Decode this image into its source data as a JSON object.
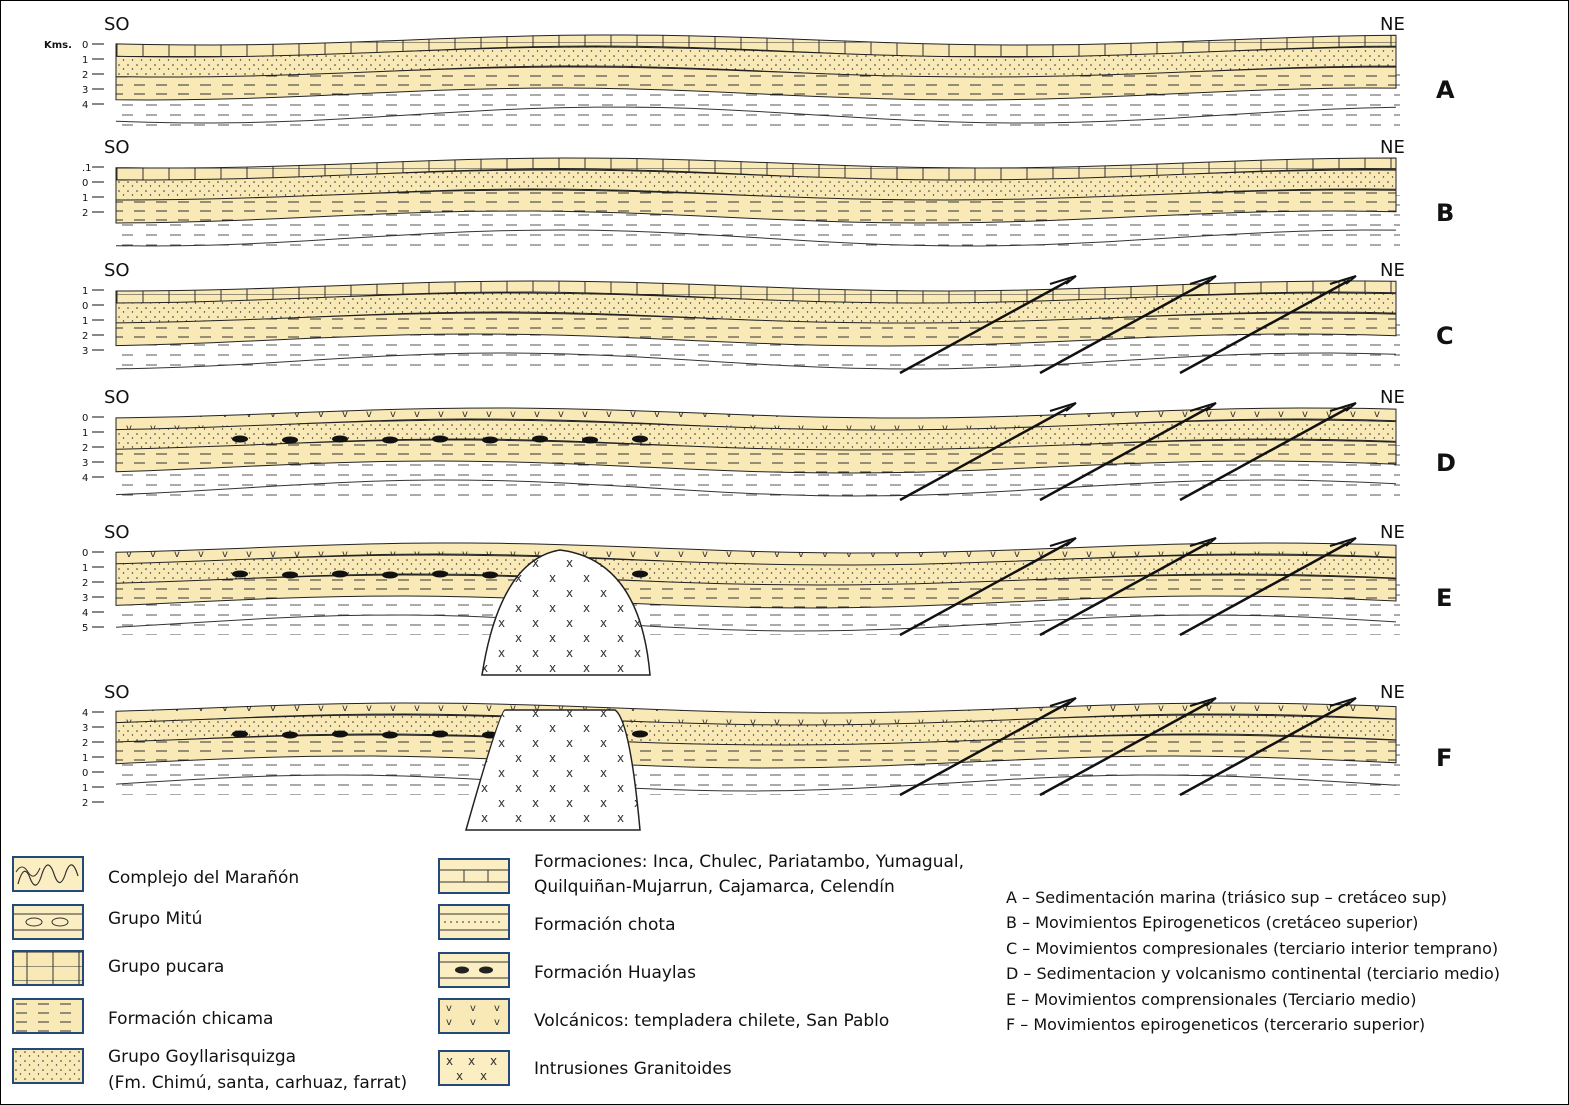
{
  "diagram": {
    "depth_axis_title": "Kms.",
    "sections": [
      {
        "letter": "A",
        "left": "SO",
        "right": "NE",
        "ticks": [
          "0",
          "1",
          "2",
          "3",
          "4"
        ]
      },
      {
        "letter": "B",
        "left": "SO",
        "right": "NE",
        "ticks": [
          ".1",
          "0",
          "1",
          "2"
        ]
      },
      {
        "letter": "C",
        "left": "SO",
        "right": "NE",
        "ticks": [
          "1",
          "0",
          "1",
          "2",
          "3"
        ]
      },
      {
        "letter": "D",
        "left": "SO",
        "right": "NE",
        "ticks": [
          "0",
          "1",
          "2",
          "3",
          "4"
        ]
      },
      {
        "letter": "E",
        "left": "SO",
        "right": "NE",
        "ticks": [
          "0",
          "1",
          "2",
          "3",
          "4",
          "5"
        ]
      },
      {
        "letter": "F",
        "left": "SO",
        "right": "NE",
        "ticks": [
          "4",
          "3",
          "2",
          "1",
          "0",
          "1",
          "2"
        ]
      }
    ]
  },
  "legend": {
    "col1": [
      {
        "label": "Complejo del  Marañón",
        "icon": "folded-rock-pattern"
      },
      {
        "label": "Grupo Mitú",
        "icon": "conglomerate-pattern"
      },
      {
        "label": "Grupo pucara",
        "icon": "limestone-blocks-pattern"
      },
      {
        "label": "Formación chicama",
        "icon": "shale-dash-pattern"
      },
      {
        "label": "Grupo Goyllarisquizga",
        "label2": "(Fm. Chimú, santa, carhuaz, farrat)",
        "icon": "sandstone-dots-pattern"
      }
    ],
    "col2": [
      {
        "label": "Formaciones: Inca, Chulec, Pariatambo, Yumagual,",
        "label2": "Quilquiñan-Mujarrun, Cajamarca, Celendín",
        "icon": "bedded-limestone-pattern"
      },
      {
        "label": "Formación chota",
        "icon": "dotted-layer-pattern"
      },
      {
        "label": "Formación Huaylas",
        "icon": "lens-pattern"
      },
      {
        "label": "Volcánicos: templadera chilete, San Pablo",
        "icon": "volcanic-v-pattern"
      },
      {
        "label": "Intrusiones Granitoides",
        "icon": "granite-x-pattern"
      }
    ],
    "stages": [
      "A – Sedimentación marina (triásico sup – cretáceo sup)",
      "B – Movimientos Epirogeneticos (cretáceo superior)",
      "C – Movimientos compresionales (terciario interior temprano)",
      "D – Sedimentacion y volcanismo continental (terciario medio)",
      "E – Movimientos comprensionales (Terciario medio)",
      "F –  Movimientos epirogeneticos (tercerario superior)"
    ]
  },
  "colors": {
    "fill": "#f8e9b6",
    "ink": "#222222",
    "swatch_border": "#234a7a"
  }
}
